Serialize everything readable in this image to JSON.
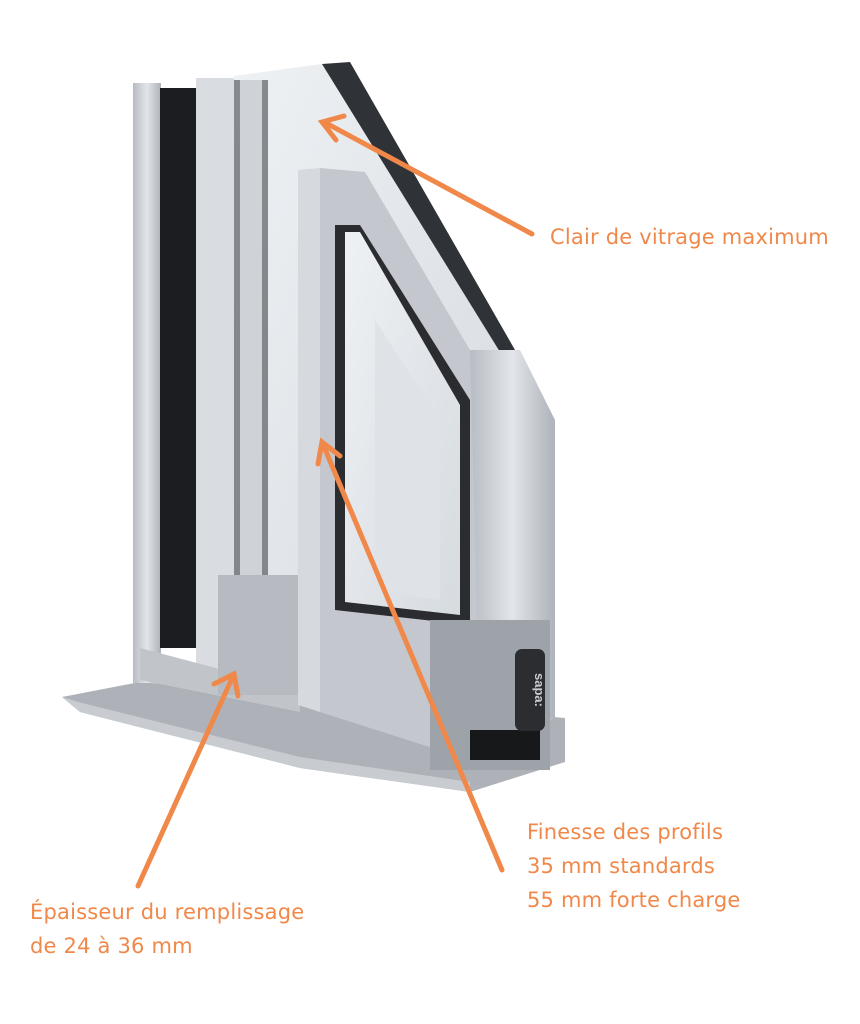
{
  "annotations": {
    "glazing": {
      "lines": [
        "Clair de vitrage maximum"
      ]
    },
    "profiles": {
      "lines": [
        "Finesse des profils",
        "35 mm standards",
        "55 mm forte charge"
      ]
    },
    "infill": {
      "lines": [
        "Épaisseur du remplissage",
        "de 24 à 36 mm"
      ]
    }
  },
  "brand_logo": "sapa:",
  "colors": {
    "accent": "#f0884a",
    "aluminium": "#c9cdd3",
    "glass": "#e6eaee",
    "dark": "#2a2c30"
  }
}
